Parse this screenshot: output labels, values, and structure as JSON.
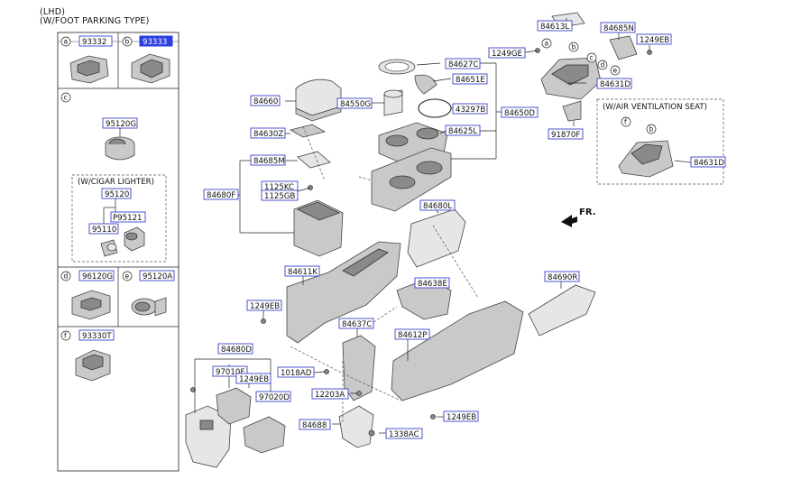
{
  "header": {
    "line1": "(LHD)",
    "line2": "(W/FOOT PARKING TYPE)"
  },
  "legend": {
    "cells": [
      {
        "key": "a",
        "code": "93332"
      },
      {
        "key": "b",
        "code": "93333"
      },
      {
        "key": "c",
        "code": ""
      },
      {
        "key": "d",
        "code": "96120G"
      },
      {
        "key": "e",
        "code": "95120A"
      },
      {
        "key": "f",
        "code": "93330T"
      }
    ],
    "c_top_code": "95120G",
    "lighter_title": "(W/CIGAR LIGHTER)",
    "lighter_codes": [
      "95120",
      "P95121",
      "95110"
    ]
  },
  "air_box": {
    "title": "(W/AIR VENTILATION SEAT)",
    "code": "84631D",
    "circles": [
      "f",
      "b"
    ]
  },
  "fr_label": "FR.",
  "callouts": {
    "p84613L": "84613L",
    "p84685N": "84685N",
    "p1249EB_top": "1249EB",
    "p1249GE": "1249GE",
    "p84631D": "84631D",
    "p84627C": "84627C",
    "p84651E": "84651E",
    "p84660": "84660",
    "p84550G": "84550G",
    "p43297B": "43297B",
    "p84650D": "84650D",
    "p84630Z": "84630Z",
    "p84625L": "84625L",
    "p91870F": "91870F",
    "p84685M": "84685M",
    "p84680F": "84680F",
    "p1125KC": "1125KC",
    "p1125GB": "1125GB",
    "p84680L": "84680L",
    "p84611K": "84611K",
    "p84638E": "84638E",
    "p84690R": "84690R",
    "p1249EB_left": "1249EB",
    "p84637C": "84637C",
    "p84612P": "84612P",
    "p84680D": "84680D",
    "p97010F": "97010F",
    "p1249EB_mid": "1249EB",
    "p97020D": "97020D",
    "p1018AD": "1018AD",
    "p12203A": "12203A",
    "p1249EB_right": "1249EB",
    "p84688": "84688",
    "p1338AC": "1338AC"
  },
  "part_circles": [
    "a",
    "b",
    "c",
    "d",
    "e"
  ]
}
